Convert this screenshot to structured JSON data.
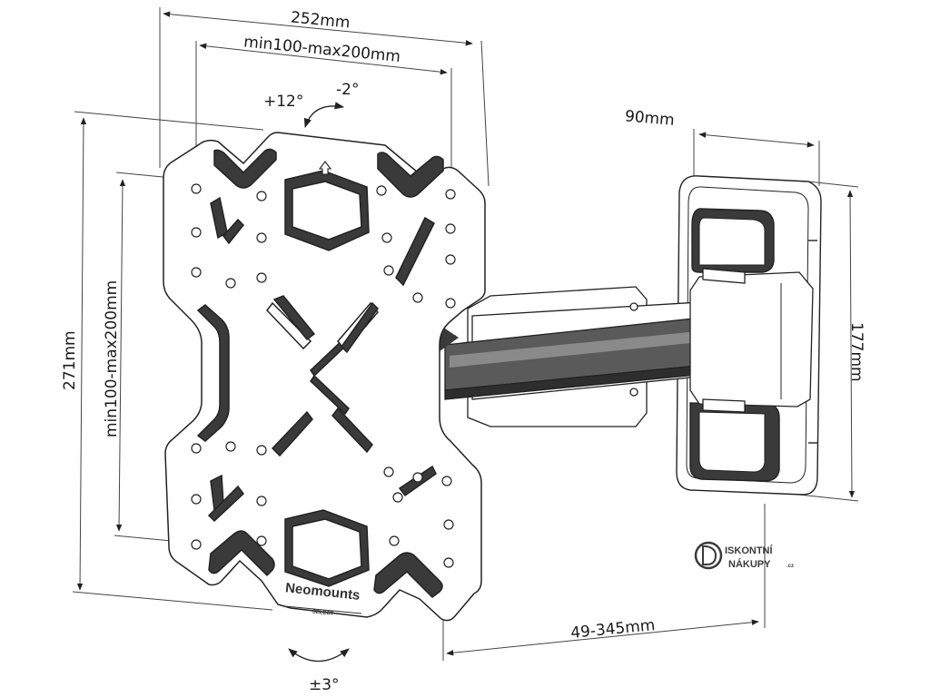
{
  "dimensions": {
    "overall_width": "252mm",
    "vesa_horizontal": "min100-max200mm",
    "overall_height": "271mm",
    "vesa_vertical": "min100-max200mm",
    "wall_plate_width": "90mm",
    "wall_plate_height": "177mm",
    "extension": "49-345mm"
  },
  "angles": {
    "tilt_up": "+12°",
    "tilt_down": "-2°",
    "rotation": "±3°"
  },
  "brand": {
    "name": "Neomounts",
    "sub": "SELECT"
  },
  "watermark": {
    "line1": "ISKONTNÍ",
    "line2": "NÁKUPY",
    "suffix": ".cz"
  }
}
